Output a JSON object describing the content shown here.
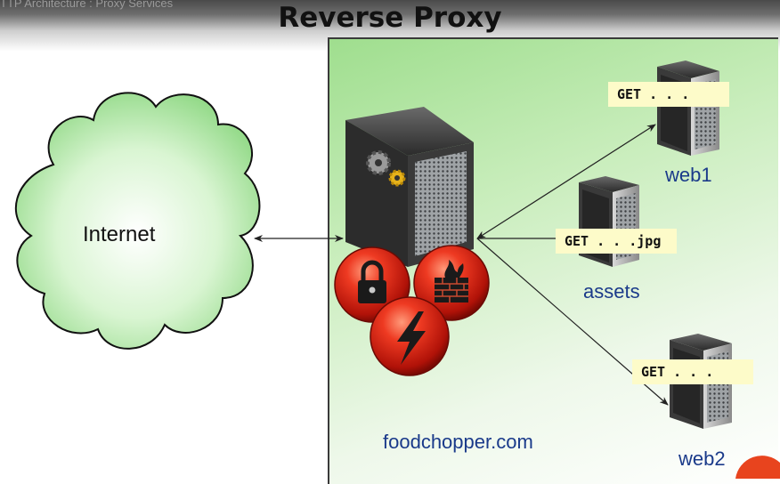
{
  "header": {
    "breadcrumb": "TTP Architecture : Proxy Services",
    "title": "Reverse Proxy"
  },
  "diagram": {
    "internet_label": "Internet",
    "domain_label": "foodchopper.com",
    "servers": [
      {
        "id": "web1",
        "label": "web1",
        "request": "GET . . ."
      },
      {
        "id": "assets",
        "label": "assets",
        "request": "GET . . .jpg"
      },
      {
        "id": "web2",
        "label": "web2",
        "request": "GET . . ."
      }
    ],
    "badges": [
      "lock-icon",
      "firewall-icon",
      "lightning-icon"
    ],
    "colors": {
      "panel_green": "#9fde8e",
      "label_blue": "#1a3a8a",
      "badge_red": "#d9231b",
      "note_yellow": "#fdfbc9"
    }
  }
}
